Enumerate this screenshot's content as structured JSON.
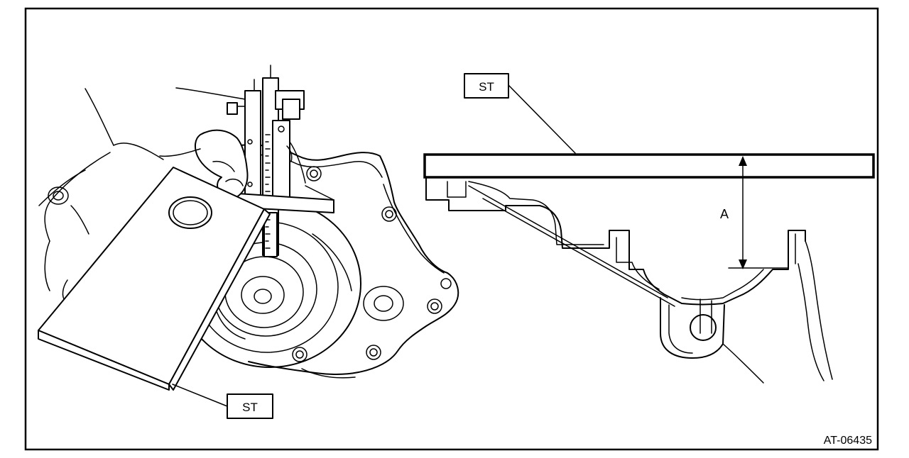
{
  "figure": {
    "callout_left": "ST",
    "callout_right": "ST",
    "dimension_label": "A",
    "figure_code": "AT-06435"
  }
}
